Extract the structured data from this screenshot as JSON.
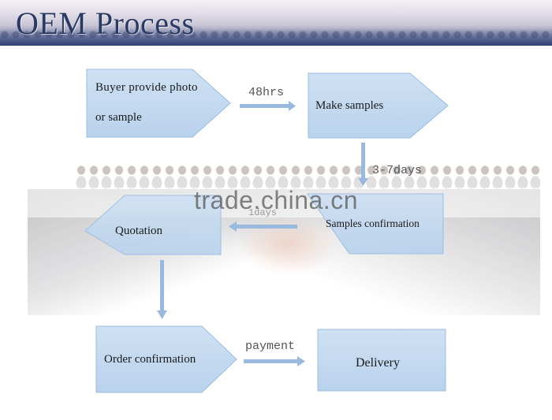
{
  "header": {
    "title": "OEM Process"
  },
  "watermark": "trade.china.cn",
  "steps": [
    {
      "line1": "Buyer provide photo",
      "line2": "or sample"
    },
    {
      "label": "Make samples"
    },
    {
      "label": "Samples confirmation"
    },
    {
      "label": "Quotation"
    },
    {
      "label": "Order confirmation"
    },
    {
      "label": "Delivery"
    }
  ],
  "connectors": [
    {
      "label": "48hrs"
    },
    {
      "label": "3-7days"
    },
    {
      "label": "1days"
    },
    {
      "label": ""
    },
    {
      "label": "payment"
    }
  ],
  "colors": {
    "box_fill": "#c7dcf0",
    "box_stroke": "#9bbce0",
    "arrow": "#9ab9de",
    "header_bottom": "#3c4f85"
  }
}
